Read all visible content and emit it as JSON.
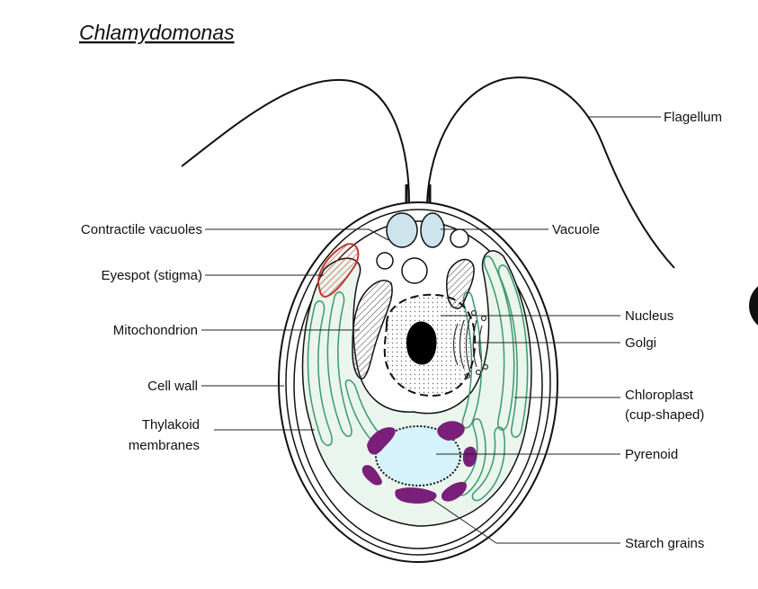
{
  "title": "Chlamydomonas",
  "labels": {
    "flagellum": "Flagellum",
    "contractile_vacuoles": "Contractile vacuoles",
    "vacuole": "Vacuole",
    "eyespot": "Eyespot (stigma)",
    "nucleus": "Nucleus",
    "mitochondrion": "Mitochondrion",
    "golgi": "Golgi",
    "cell_wall": "Cell wall",
    "chloroplast_line1": "Chloroplast",
    "chloroplast_line2": "(cup-shaped)",
    "thylakoid_line1": "Thylakoid",
    "thylakoid_line2": "membranes",
    "pyrenoid": "Pyrenoid",
    "starch_grains": "Starch grains"
  },
  "colors": {
    "chloroplast_fill": "#eaf5ee",
    "thylakoid_stroke": "#3a9a6a",
    "pyrenoid_fill": "#d6f2fa",
    "vacuole_fill": "#cde4ec",
    "eyespot_stroke": "#c0392b",
    "starch_fill": "#7a1f7a",
    "outline": "#111111"
  }
}
